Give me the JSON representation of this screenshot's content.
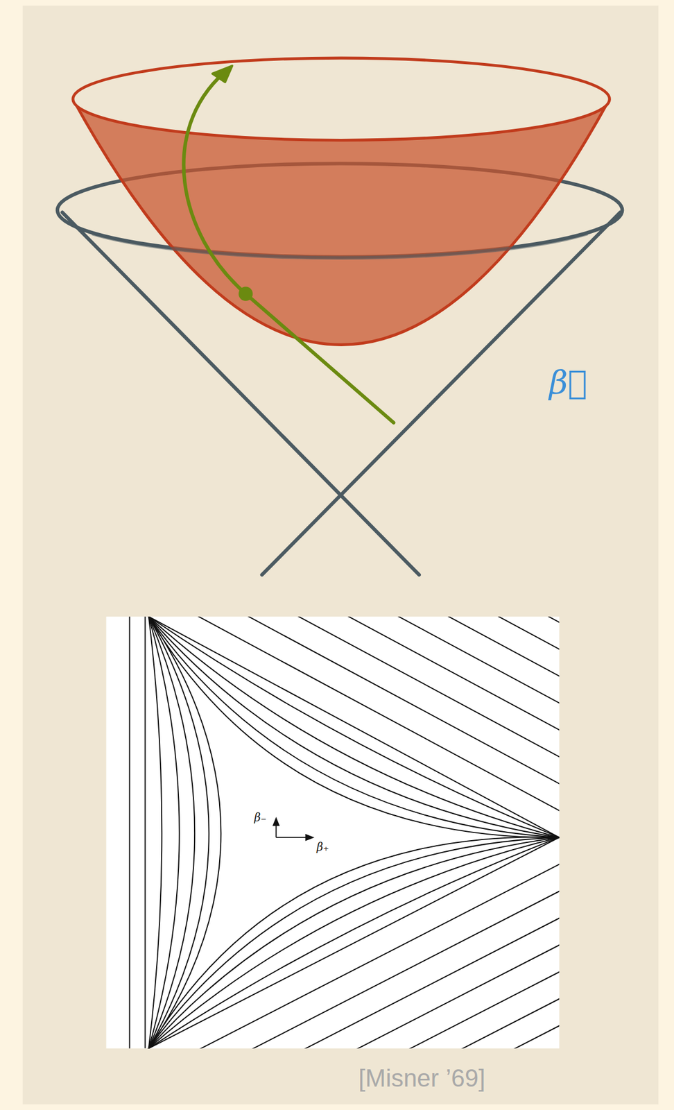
{
  "diagram": {
    "labels": [
      "β⃗",
      "β₋",
      "β₊",
      "[Misner ’69]"
    ]
  }
}
